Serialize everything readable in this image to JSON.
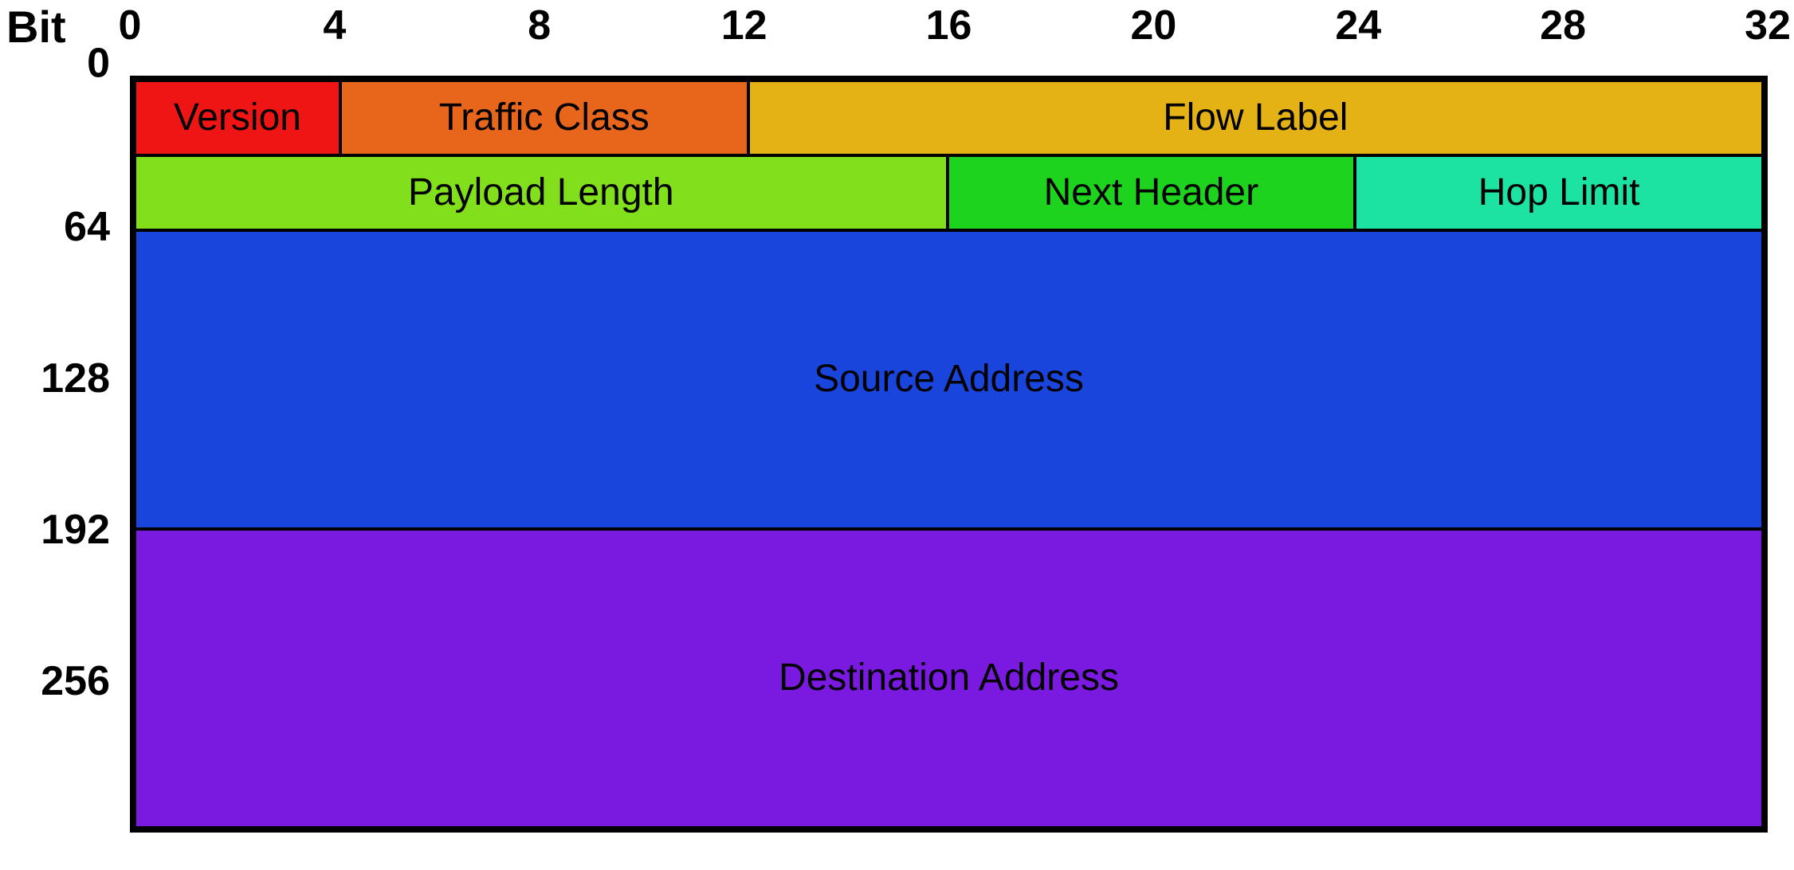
{
  "diagram": {
    "kind": "packet-header-layout",
    "corner_label": "Bit"
  },
  "axis": {
    "top_ticks": [
      "0",
      "4",
      "8",
      "12",
      "16",
      "20",
      "24",
      "28",
      "32"
    ],
    "left_ticks": [
      "0",
      "64",
      "128",
      "192",
      "256"
    ]
  },
  "rows": [
    {
      "name": "bits-0-31",
      "height_bits": 32,
      "fields": [
        {
          "label": "Version",
          "bits": 4,
          "color": "#ef1515"
        },
        {
          "label": "Traffic Class",
          "bits": 8,
          "color": "#e8661c"
        },
        {
          "label": "Flow Label",
          "bits": 20,
          "color": "#e5b216"
        }
      ]
    },
    {
      "name": "bits-32-63",
      "height_bits": 32,
      "fields": [
        {
          "label": "Payload Length",
          "bits": 16,
          "color": "#81df1c"
        },
        {
          "label": "Next Header",
          "bits": 8,
          "color": "#1dd31d"
        },
        {
          "label": "Hop Limit",
          "bits": 8,
          "color": "#1ce2a2"
        }
      ]
    },
    {
      "name": "bits-64-191",
      "height_bits": 128,
      "fields": [
        {
          "label": "Source Address",
          "bits": 32,
          "color": "#1a45dd"
        }
      ]
    },
    {
      "name": "bits-192-319",
      "height_bits": 128,
      "fields": [
        {
          "label": "Destination Address",
          "bits": 32,
          "color": "#7a19e0"
        }
      ]
    }
  ]
}
